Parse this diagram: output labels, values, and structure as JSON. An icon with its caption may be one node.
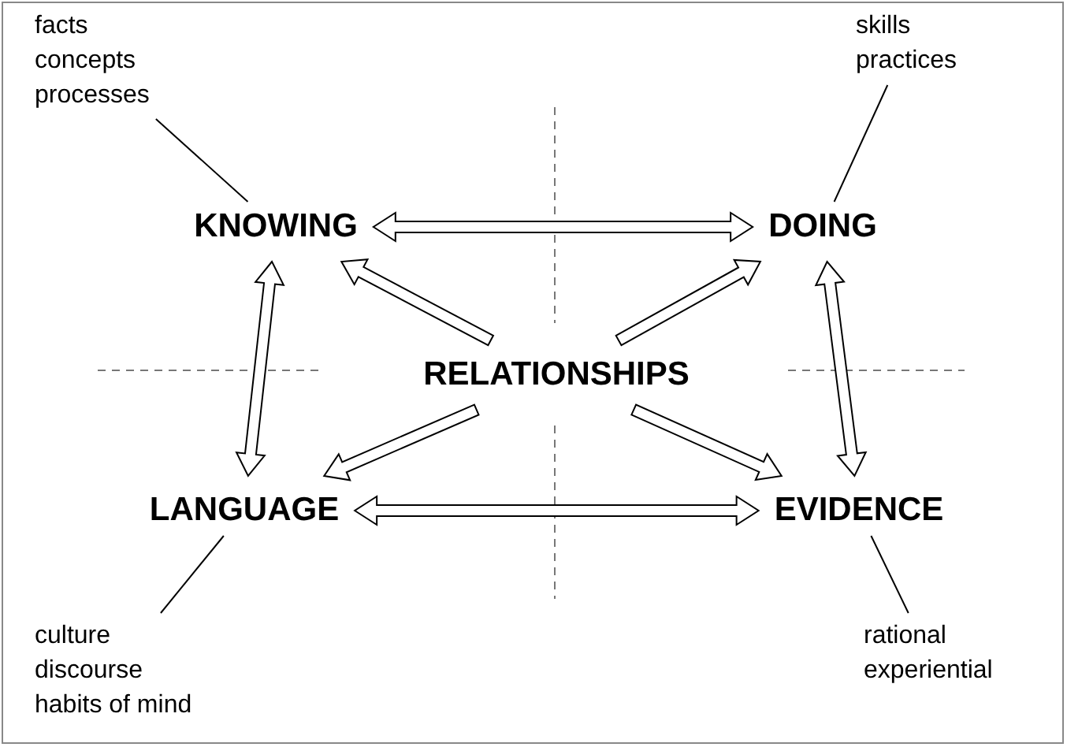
{
  "diagram": {
    "nodes": [
      {
        "text": [
          "facts",
          "concepts",
          "processes"
        ]
      },
      {
        "text": [
          "skills",
          "practices"
        ]
      },
      {
        "text": [
          "KNOWING"
        ]
      },
      {
        "text": [
          "DOING"
        ]
      },
      {
        "text": [
          "RELATIONSHIPS"
        ]
      },
      {
        "text": [
          "LANGUAGE"
        ]
      },
      {
        "text": [
          "EVIDENCE"
        ]
      },
      {
        "text": [
          "culture",
          "discourse",
          "habits of mind"
        ]
      },
      {
        "text": [
          "rational",
          "experiential"
        ]
      }
    ],
    "edges": [
      {
        "from": 0,
        "to": 2,
        "arrow": "none"
      },
      {
        "from": 1,
        "to": 3,
        "arrow": "none"
      },
      {
        "from": 2,
        "to": 3,
        "arrow": "both"
      },
      {
        "from": 2,
        "to": 5,
        "arrow": "both"
      },
      {
        "from": 3,
        "to": 6,
        "arrow": "both"
      },
      {
        "from": 5,
        "to": 6,
        "arrow": "both"
      },
      {
        "from": 4,
        "to": 2,
        "arrow": "to"
      },
      {
        "from": 4,
        "to": 3,
        "arrow": "to"
      },
      {
        "from": 4,
        "to": 5,
        "arrow": "to"
      },
      {
        "from": 4,
        "to": 6,
        "arrow": "to"
      },
      {
        "from": 7,
        "to": 5,
        "arrow": "none"
      },
      {
        "from": 8,
        "to": 6,
        "arrow": "none"
      }
    ]
  }
}
